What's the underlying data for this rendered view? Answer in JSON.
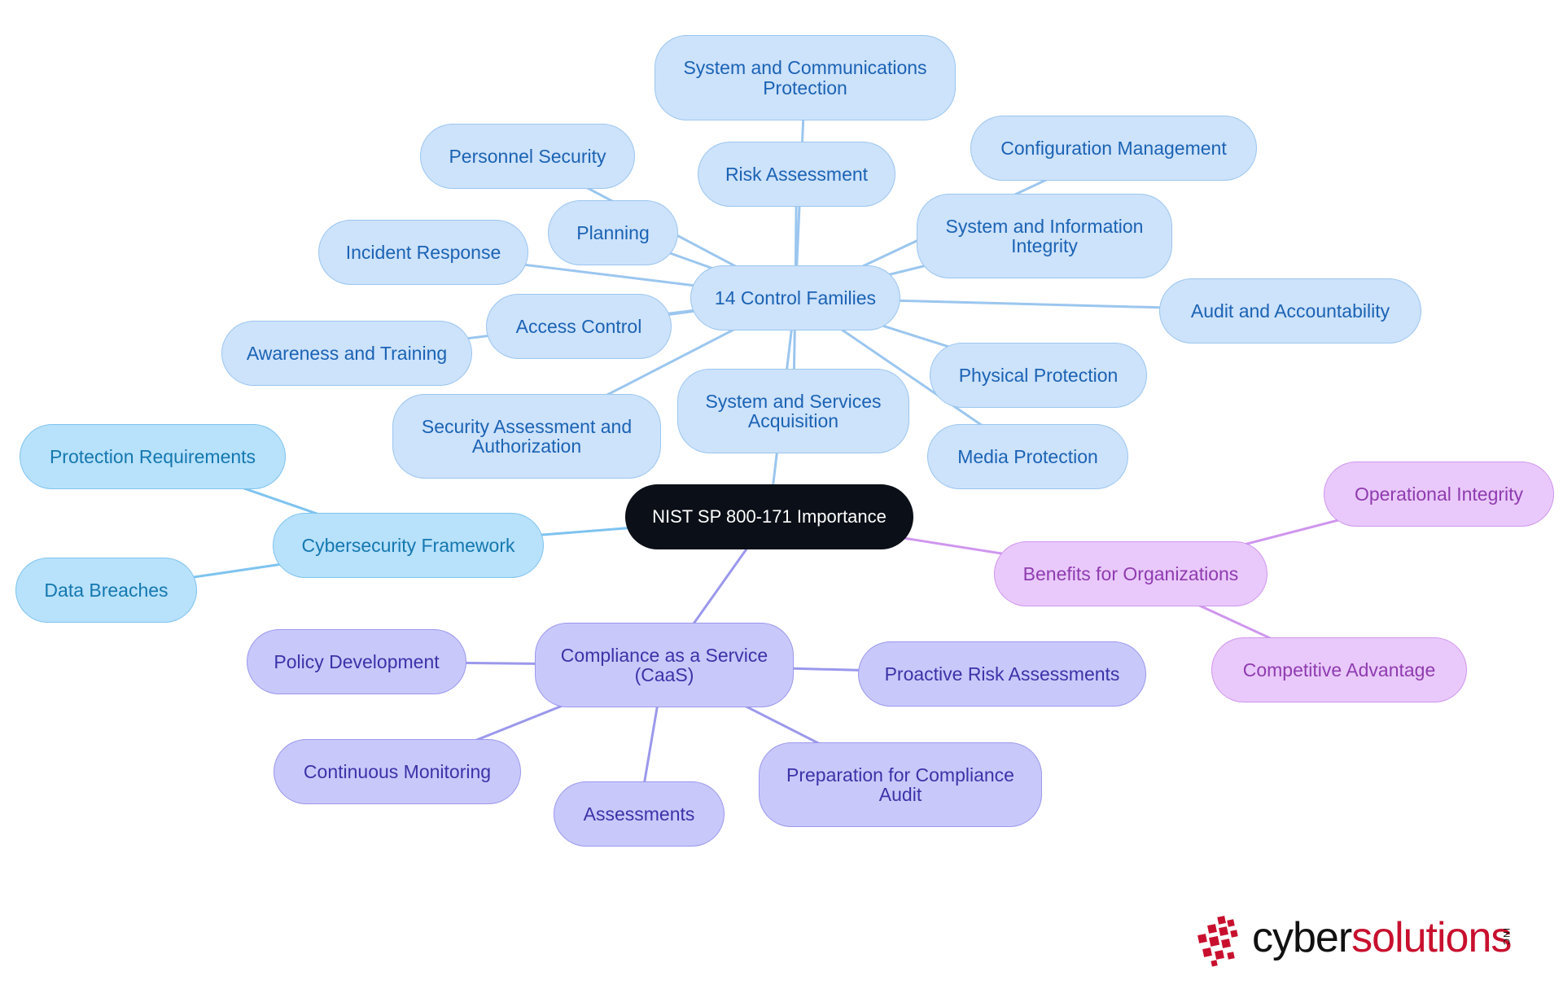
{
  "diagram": {
    "root": {
      "id": "root",
      "label": "NIST SP 800-171 Importance"
    },
    "branches": [
      {
        "id": "cf",
        "label": "14 Control Families",
        "theme": "blue",
        "children": [
          {
            "id": "cf-scp",
            "label": "System and Communications Protection"
          },
          {
            "id": "cf-ps",
            "label": "Personnel Security"
          },
          {
            "id": "cf-ra",
            "label": "Risk Assessment"
          },
          {
            "id": "cf-cm",
            "label": "Configuration Management"
          },
          {
            "id": "cf-pl",
            "label": "Planning"
          },
          {
            "id": "cf-sii",
            "label": "System and Information Integrity"
          },
          {
            "id": "cf-ir",
            "label": "Incident Response"
          },
          {
            "id": "cf-aa",
            "label": "Audit and Accountability"
          },
          {
            "id": "cf-ac",
            "label": "Access Control"
          },
          {
            "id": "cf-at",
            "label": "Awareness and Training"
          },
          {
            "id": "cf-pp",
            "label": "Physical Protection"
          },
          {
            "id": "cf-ssa",
            "label": "System and Services Acquisition"
          },
          {
            "id": "cf-saa",
            "label": "Security Assessment and Authorization"
          },
          {
            "id": "cf-mp",
            "label": "Media Protection"
          }
        ]
      },
      {
        "id": "csf",
        "label": "Cybersecurity Framework",
        "theme": "cyan",
        "children": [
          {
            "id": "csf-pr",
            "label": "Protection Requirements"
          },
          {
            "id": "csf-db",
            "label": "Data Breaches"
          }
        ]
      },
      {
        "id": "caas",
        "label": "Compliance as a Service (CaaS)",
        "theme": "indigo",
        "children": [
          {
            "id": "caas-pd",
            "label": "Policy Development"
          },
          {
            "id": "caas-pra",
            "label": "Proactive Risk Assessments"
          },
          {
            "id": "caas-cmon",
            "label": "Continuous Monitoring"
          },
          {
            "id": "caas-as",
            "label": "Assessments"
          },
          {
            "id": "caas-pca",
            "label": "Preparation for Compliance Audit"
          }
        ]
      },
      {
        "id": "bfo",
        "label": "Benefits for Organizations",
        "theme": "purple",
        "children": [
          {
            "id": "bfo-oi",
            "label": "Operational Integrity"
          },
          {
            "id": "bfo-ca",
            "label": "Competitive Advantage"
          }
        ]
      }
    ]
  },
  "colors": {
    "root_fill": "#0b0f17",
    "blue_fill": "#cde2fb",
    "blue_edge": "#9bc6ef",
    "blue_text": "#1b63b4",
    "cyan_fill": "#b8e1fb",
    "cyan_edge": "#7ec3ef",
    "cyan_text": "#1478b0",
    "indigo_fill": "#c9c8fb",
    "indigo_edge": "#9b98ec",
    "indigo_text": "#3b33a8",
    "purple_fill": "#e9c9fb",
    "purple_edge": "#cf96ee",
    "purple_text": "#8f3bb0"
  },
  "logo": {
    "brand_a": "cyber",
    "brand_b": "solutions",
    "suffix": "INC"
  }
}
